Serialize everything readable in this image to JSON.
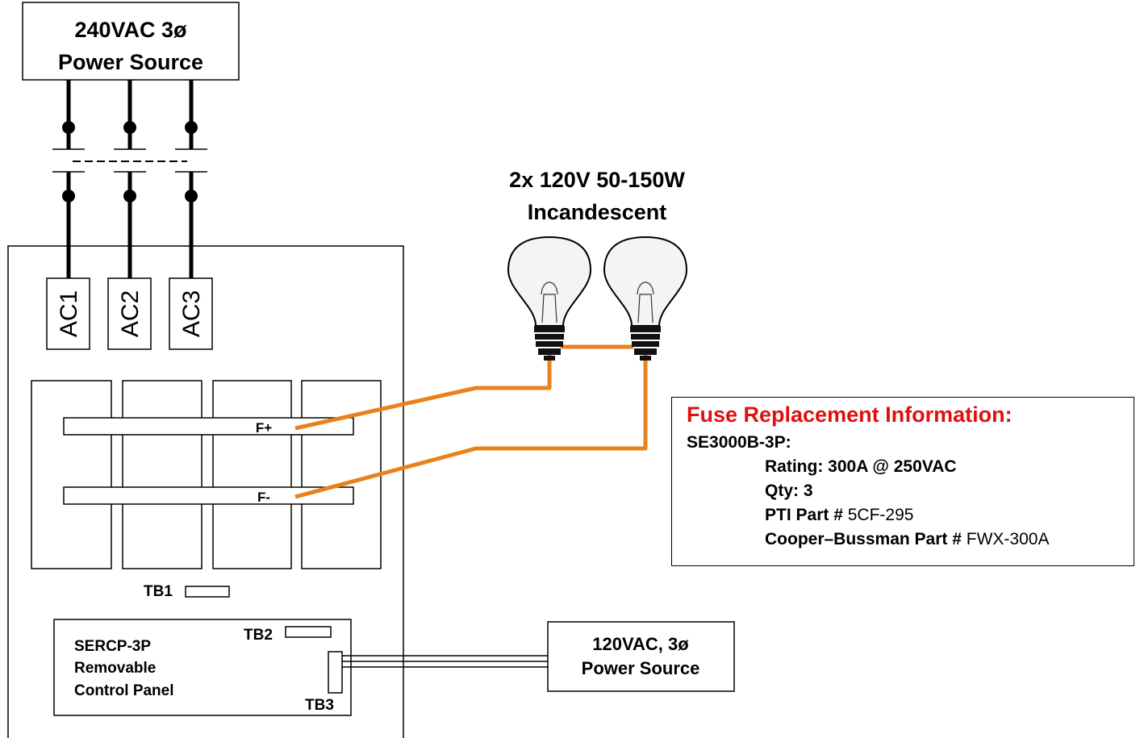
{
  "source_240": {
    "line1": "240VAC 3ø",
    "line2": "Power Source"
  },
  "lamps": {
    "line1": "2x 120V 50-150W",
    "line2": "Incandescent"
  },
  "terminals": {
    "ac1": "AC1",
    "ac2": "AC2",
    "ac3": "AC3"
  },
  "fuse_bars": {
    "plus": "F+",
    "minus": "F-"
  },
  "tb1": "TB1",
  "tb2": "TB2",
  "tb3": "TB3",
  "control_panel": {
    "line1": "SERCP-3P",
    "line2": "Removable",
    "line3": "Control Panel"
  },
  "source_120": {
    "line1": "120VAC, 3ø",
    "line2": "Power Source"
  },
  "fuse_info": {
    "title": "Fuse Replacement Information:",
    "model": "SE3000B-3P:",
    "rating": "Rating:  300A @ 250VAC",
    "qty": "Qty: 3",
    "pti_label": "PTI Part #",
    "pti_value": "5CF-295",
    "cooper_label": "Cooper–Bussman Part #",
    "cooper_value": "FWX-300A"
  },
  "colors": {
    "wire_orange": "#E8821E",
    "title_red": "#E01010"
  }
}
